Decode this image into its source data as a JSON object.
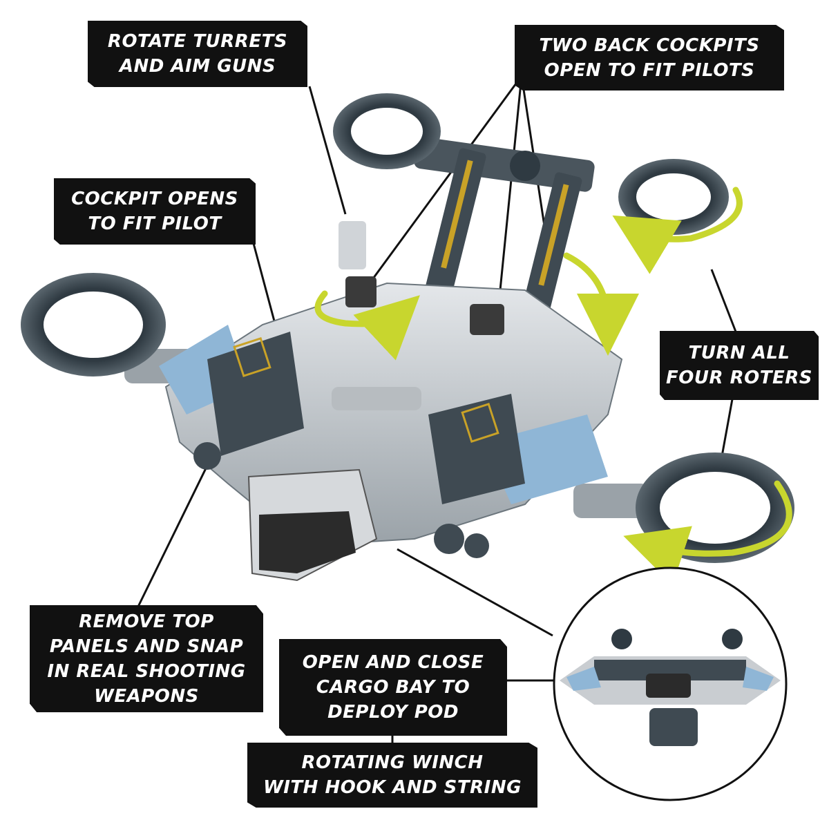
{
  "callouts": {
    "rotate_turrets": [
      "ROTATE TURRETS",
      "AND AIM GUNS"
    ],
    "back_cockpits": [
      "TWO BACK COCKPITS",
      "OPEN TO FIT PILOTS"
    ],
    "cockpit_opens": [
      "COCKPIT OPENS",
      "TO FIT PILOT"
    ],
    "turn_roters": [
      "TURN ALL",
      "FOUR ROTERS"
    ],
    "top_panels": [
      "REMOVE  TOP",
      "PANELS AND SNAP",
      "IN REAL SHOOTING",
      "WEAPONS"
    ],
    "cargo_bay": [
      "OPEN AND CLOSE",
      "CARGO BAY TO",
      "DEPLOY POD"
    ],
    "winch": [
      "ROTATING WINCH",
      "WITH HOOK AND STRING"
    ]
  },
  "colors": {
    "callout_bg": "#111111",
    "callout_text": "#ffffff",
    "arrow": "#c8d62e",
    "hull_light": "#c9cdd1",
    "hull_dark": "#3f4a52",
    "hull_blue": "#8fb6d6",
    "accent_gold": "#c9a227"
  },
  "icons": {
    "rotation_arrows": "curved-double-arrow-icon"
  }
}
